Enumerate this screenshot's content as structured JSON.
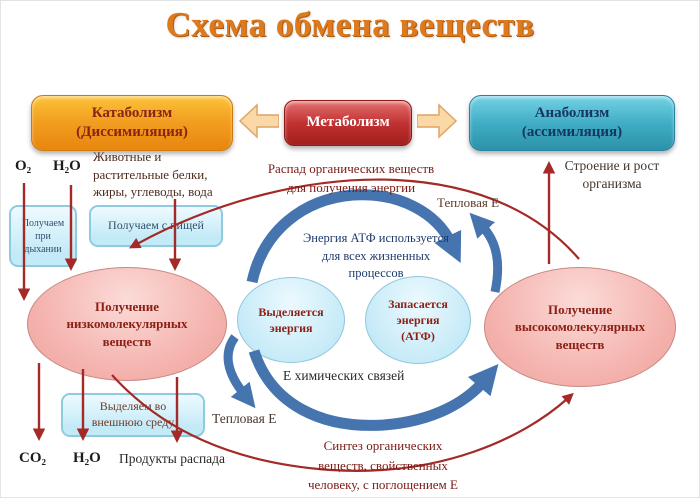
{
  "title": "Схема обмена веществ",
  "top_row": {
    "catabolism": "Катаболизм\n(Диссимиляция)",
    "metabolism": "Метаболизм",
    "anabolism": "Анаболизм\n(ассимиляция)"
  },
  "inputs_left": {
    "o2": "О₂",
    "h2o": "Н₂О",
    "food": "Животные и\nрастительные белки,\nжиры, углеводы, вода"
  },
  "boxes": {
    "breathing": "Получаем\nпри\nдыхании",
    "with_food": "Получаем с пищей",
    "excrete": "Выделяем во\nвнешнюю среду"
  },
  "ellipses": {
    "low_mol": "Получение\nнизкомолекулярных\nвеществ",
    "release": "Выделяется\nэнергия",
    "store": "Запасается\nэнергия\n(АТФ)",
    "high_mol": "Получение\nвысокомолекулярных\nвеществ"
  },
  "annotations": {
    "decay": "Распад органических веществ\nдля получения энергии",
    "heat_top": "Тепловая Е",
    "growth": "Строение и рост\nорганизма",
    "atp_use": "Энергия АТФ используется\nдля всех жизненных\nпроцессов",
    "chem_bonds": "Е химических связей",
    "heat_bottom": "Тепловая Е",
    "synthesis": "Синтез органических\nвеществ, свойственных\nчеловеку, с поглощением Е"
  },
  "outputs_bottom": {
    "co2": "CO₂",
    "h2o": "H₂O",
    "decay_products": "Продукты распада"
  },
  "colors": {
    "title_orange": "#dd7a1e",
    "catabolism_orange": "#f2a021",
    "metabolism_red": "#c23232",
    "anabolism_teal": "#41aec6",
    "pink_ellipse": "#f5b5b0",
    "blue_ellipse": "#c4eaf7",
    "red_arrow": "#a32a26",
    "blue_arrow": "#4674ae",
    "block_arrow_fill": "#fbd9a6"
  }
}
